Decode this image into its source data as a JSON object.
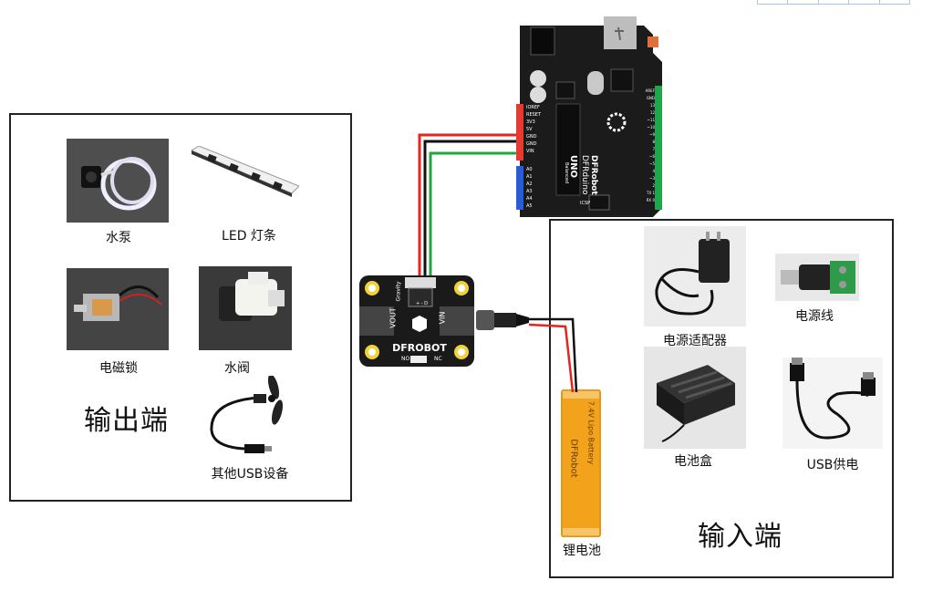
{
  "output_panel": {
    "title": "输出端",
    "items": {
      "pump": "水泵",
      "led_strip": "LED 灯条",
      "solenoid_lock": "电磁锁",
      "water_valve": "水阀",
      "usb_device": "其他USB设备"
    }
  },
  "input_panel": {
    "title": "输入端",
    "items": {
      "power_adapter": "电源适配器",
      "power_cable": "电源线",
      "battery_box": "电池盒",
      "usb_power": "USB供电"
    }
  },
  "lipo": {
    "label": "锂电池",
    "brand": "DFRobot",
    "spec": "7.4V Lipo Battery"
  },
  "module": {
    "brand": "DFROBOT",
    "vout": "VOUT",
    "vin": "VIN",
    "gravity": "Gravity",
    "no": "NO",
    "nc": "NC",
    "pins": "+ - D"
  },
  "arduino": {
    "brand": "DFRobot",
    "name": "DFRduino",
    "model": "UNO",
    "sub": "Balanced",
    "icsp": "ICSP",
    "power_pins": [
      "IOREF",
      "RESET",
      "3V3",
      "5V",
      "GND",
      "GND",
      "VIN"
    ],
    "analog_pins": [
      "A0",
      "A1",
      "A2",
      "A3",
      "A4",
      "A5"
    ],
    "digital_pins": [
      "AREF",
      "GND",
      "13",
      "12",
      "~11",
      "~10",
      "~9",
      "8",
      "7",
      "~6",
      "~5",
      "4",
      "~3",
      "2",
      "TX 1",
      "RX 0"
    ]
  },
  "colors": {
    "wire_red": "#e3261d",
    "wire_black": "#111111",
    "wire_green": "#1ea83c",
    "battery": "#f2a31b",
    "board": "#1b1b1b"
  }
}
